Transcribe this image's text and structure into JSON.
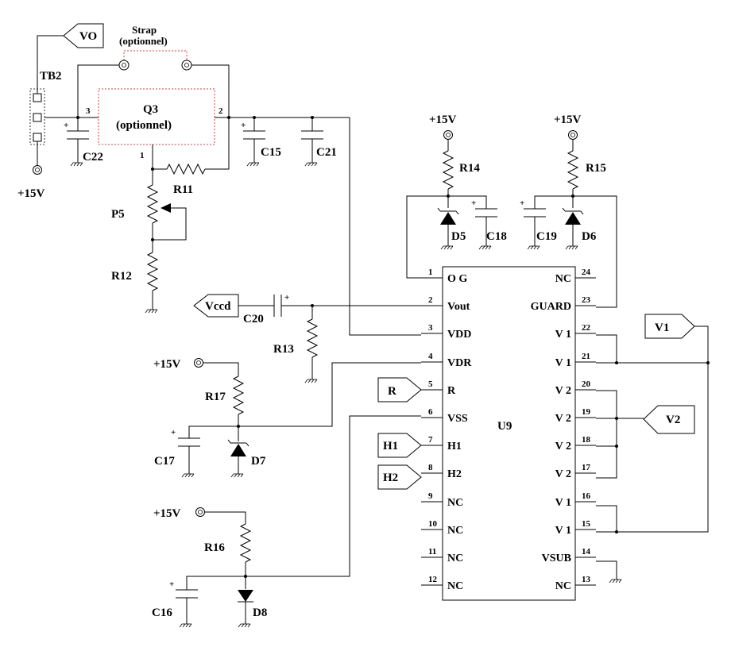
{
  "components": {
    "tb2": "TB2",
    "vo": "VO",
    "strap": "Strap",
    "strap_opt": "(optionnel)",
    "q3": "Q3",
    "q3_opt": "(optionnel)",
    "c22": "C22",
    "c15": "C15",
    "c21": "C21",
    "r11": "R11",
    "p5": "P5",
    "r12": "R12",
    "r13": "R13",
    "c20": "C20",
    "vccd": "Vccd",
    "r14": "R14",
    "r15": "R15",
    "d5": "D5",
    "c18": "C18",
    "c19": "C19",
    "d6": "D6",
    "r17": "R17",
    "c17": "C17",
    "d7": "D7",
    "r16": "R16",
    "c16": "C16",
    "d8": "D8",
    "u9": "U9",
    "r_in": "R",
    "h1": "H1",
    "h2": "H2",
    "v1": "V1",
    "v2": "V2",
    "v15": "+15V"
  },
  "q3_pins": [
    "3",
    "2",
    "1"
  ],
  "left_pins": [
    {
      "num": "1",
      "name": "O G"
    },
    {
      "num": "2",
      "name": "Vout"
    },
    {
      "num": "3",
      "name": "VDD"
    },
    {
      "num": "4",
      "name": "VDR"
    },
    {
      "num": "5",
      "name": "R"
    },
    {
      "num": "6",
      "name": "VSS"
    },
    {
      "num": "7",
      "name": "H1"
    },
    {
      "num": "8",
      "name": "H2"
    },
    {
      "num": "9",
      "name": "NC"
    },
    {
      "num": "10",
      "name": "NC"
    },
    {
      "num": "11",
      "name": "NC"
    },
    {
      "num": "12",
      "name": "NC"
    }
  ],
  "right_pins": [
    {
      "num": "24",
      "name": "NC"
    },
    {
      "num": "23",
      "name": "GUARD"
    },
    {
      "num": "22",
      "name": "V 1"
    },
    {
      "num": "21",
      "name": "V 1"
    },
    {
      "num": "20",
      "name": "V 2"
    },
    {
      "num": "19",
      "name": "V 2"
    },
    {
      "num": "18",
      "name": "V 2"
    },
    {
      "num": "17",
      "name": "V 2"
    },
    {
      "num": "16",
      "name": "V 1"
    },
    {
      "num": "15",
      "name": "V 1"
    },
    {
      "num": "14",
      "name": "VSUB"
    },
    {
      "num": "13",
      "name": "NC"
    }
  ]
}
